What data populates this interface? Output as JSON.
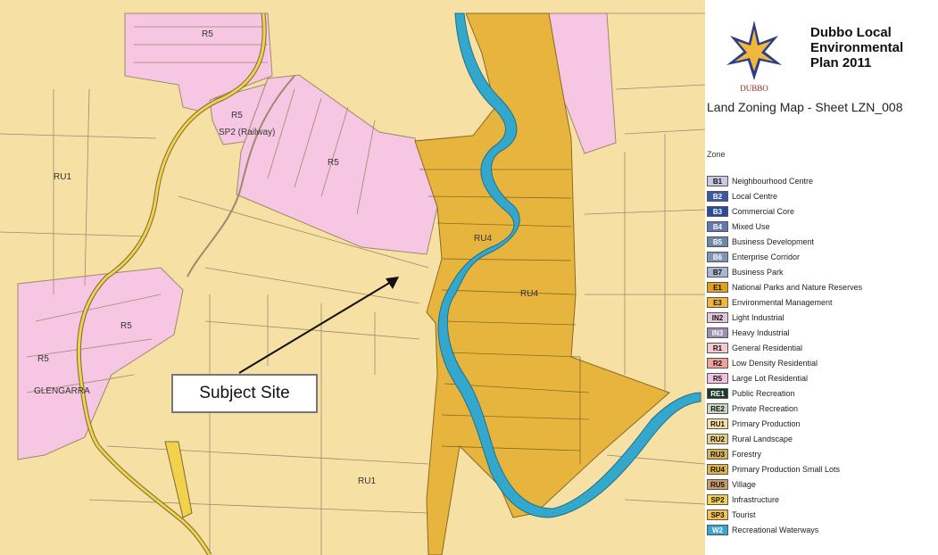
{
  "map": {
    "zone_labels": [
      {
        "id": "r5-top",
        "text": "R5"
      },
      {
        "id": "r5-rail",
        "text": "R5"
      },
      {
        "id": "sp2",
        "text": "SP2 (Railway)"
      },
      {
        "id": "r5-centre",
        "text": "R5"
      },
      {
        "id": "ru1-left",
        "text": "RU1"
      },
      {
        "id": "ru4-north",
        "text": "RU4"
      },
      {
        "id": "ru4-south",
        "text": "RU4"
      },
      {
        "id": "r5-west",
        "text": "R5"
      },
      {
        "id": "r5-west2",
        "text": "R5"
      },
      {
        "id": "ru1-bottom",
        "text": "RU1"
      }
    ],
    "place_name": "GLENGARRA",
    "subject_site_label": "Subject Site",
    "colors": {
      "ru1": "#f7e0a3",
      "r5": "#f6c6e2",
      "ru4": "#e7b43d",
      "waterway": "#33a8cc",
      "rail": "#f1d24a",
      "lot_line": "#9b8a6e"
    }
  },
  "legend": {
    "plan_title": "Dubbo Local Environmental Plan 2011",
    "sheet_title": "Land Zoning Map - Sheet LZN_008",
    "logo_text": "DUBBO",
    "zone_heading": "Zone",
    "zones": [
      {
        "code": "B1",
        "label": "Neighbourhood Centre",
        "color": "#c7c9e6"
      },
      {
        "code": "B2",
        "label": "Local Centre",
        "color": "#3a5aa8"
      },
      {
        "code": "B3",
        "label": "Commercial Core",
        "color": "#2b4b9a"
      },
      {
        "code": "B4",
        "label": "Mixed Use",
        "color": "#6378b0"
      },
      {
        "code": "B5",
        "label": "Business Development",
        "color": "#6d87a6"
      },
      {
        "code": "B6",
        "label": "Enterprise Corridor",
        "color": "#7f95b5"
      },
      {
        "code": "B7",
        "label": "Business Park",
        "color": "#a9b6cf"
      },
      {
        "code": "E1",
        "label": "National Parks and Nature Reserves",
        "color": "#e3a21a"
      },
      {
        "code": "E3",
        "label": "Environmental Management",
        "color": "#f0b73c"
      },
      {
        "code": "IN2",
        "label": "Light Industrial",
        "color": "#e3c6da"
      },
      {
        "code": "IN3",
        "label": "Heavy Industrial",
        "color": "#9a8fb0"
      },
      {
        "code": "R1",
        "label": "General Residential",
        "color": "#f4c9cf"
      },
      {
        "code": "R2",
        "label": "Low Density Residential",
        "color": "#f1a39a"
      },
      {
        "code": "R5",
        "label": "Large Lot Residential",
        "color": "#f3c2de"
      },
      {
        "code": "RE1",
        "label": "Public Recreation",
        "color": "#1c3a2a"
      },
      {
        "code": "RE2",
        "label": "Private Recreation",
        "color": "#c9d6c0"
      },
      {
        "code": "RU1",
        "label": "Primary Production",
        "color": "#f7e0a3"
      },
      {
        "code": "RU2",
        "label": "Rural Landscape",
        "color": "#ebcf86"
      },
      {
        "code": "RU3",
        "label": "Forestry",
        "color": "#d7b258"
      },
      {
        "code": "RU4",
        "label": "Primary Production Small Lots",
        "color": "#e1b345"
      },
      {
        "code": "RU5",
        "label": "Village",
        "color": "#c99a6a"
      },
      {
        "code": "SP2",
        "label": "Infrastructure",
        "color": "#f1d24a"
      },
      {
        "code": "SP3",
        "label": "Tourist",
        "color": "#f3c24f"
      },
      {
        "code": "W2",
        "label": "Recreational Waterways",
        "color": "#3aa6cf"
      }
    ]
  }
}
